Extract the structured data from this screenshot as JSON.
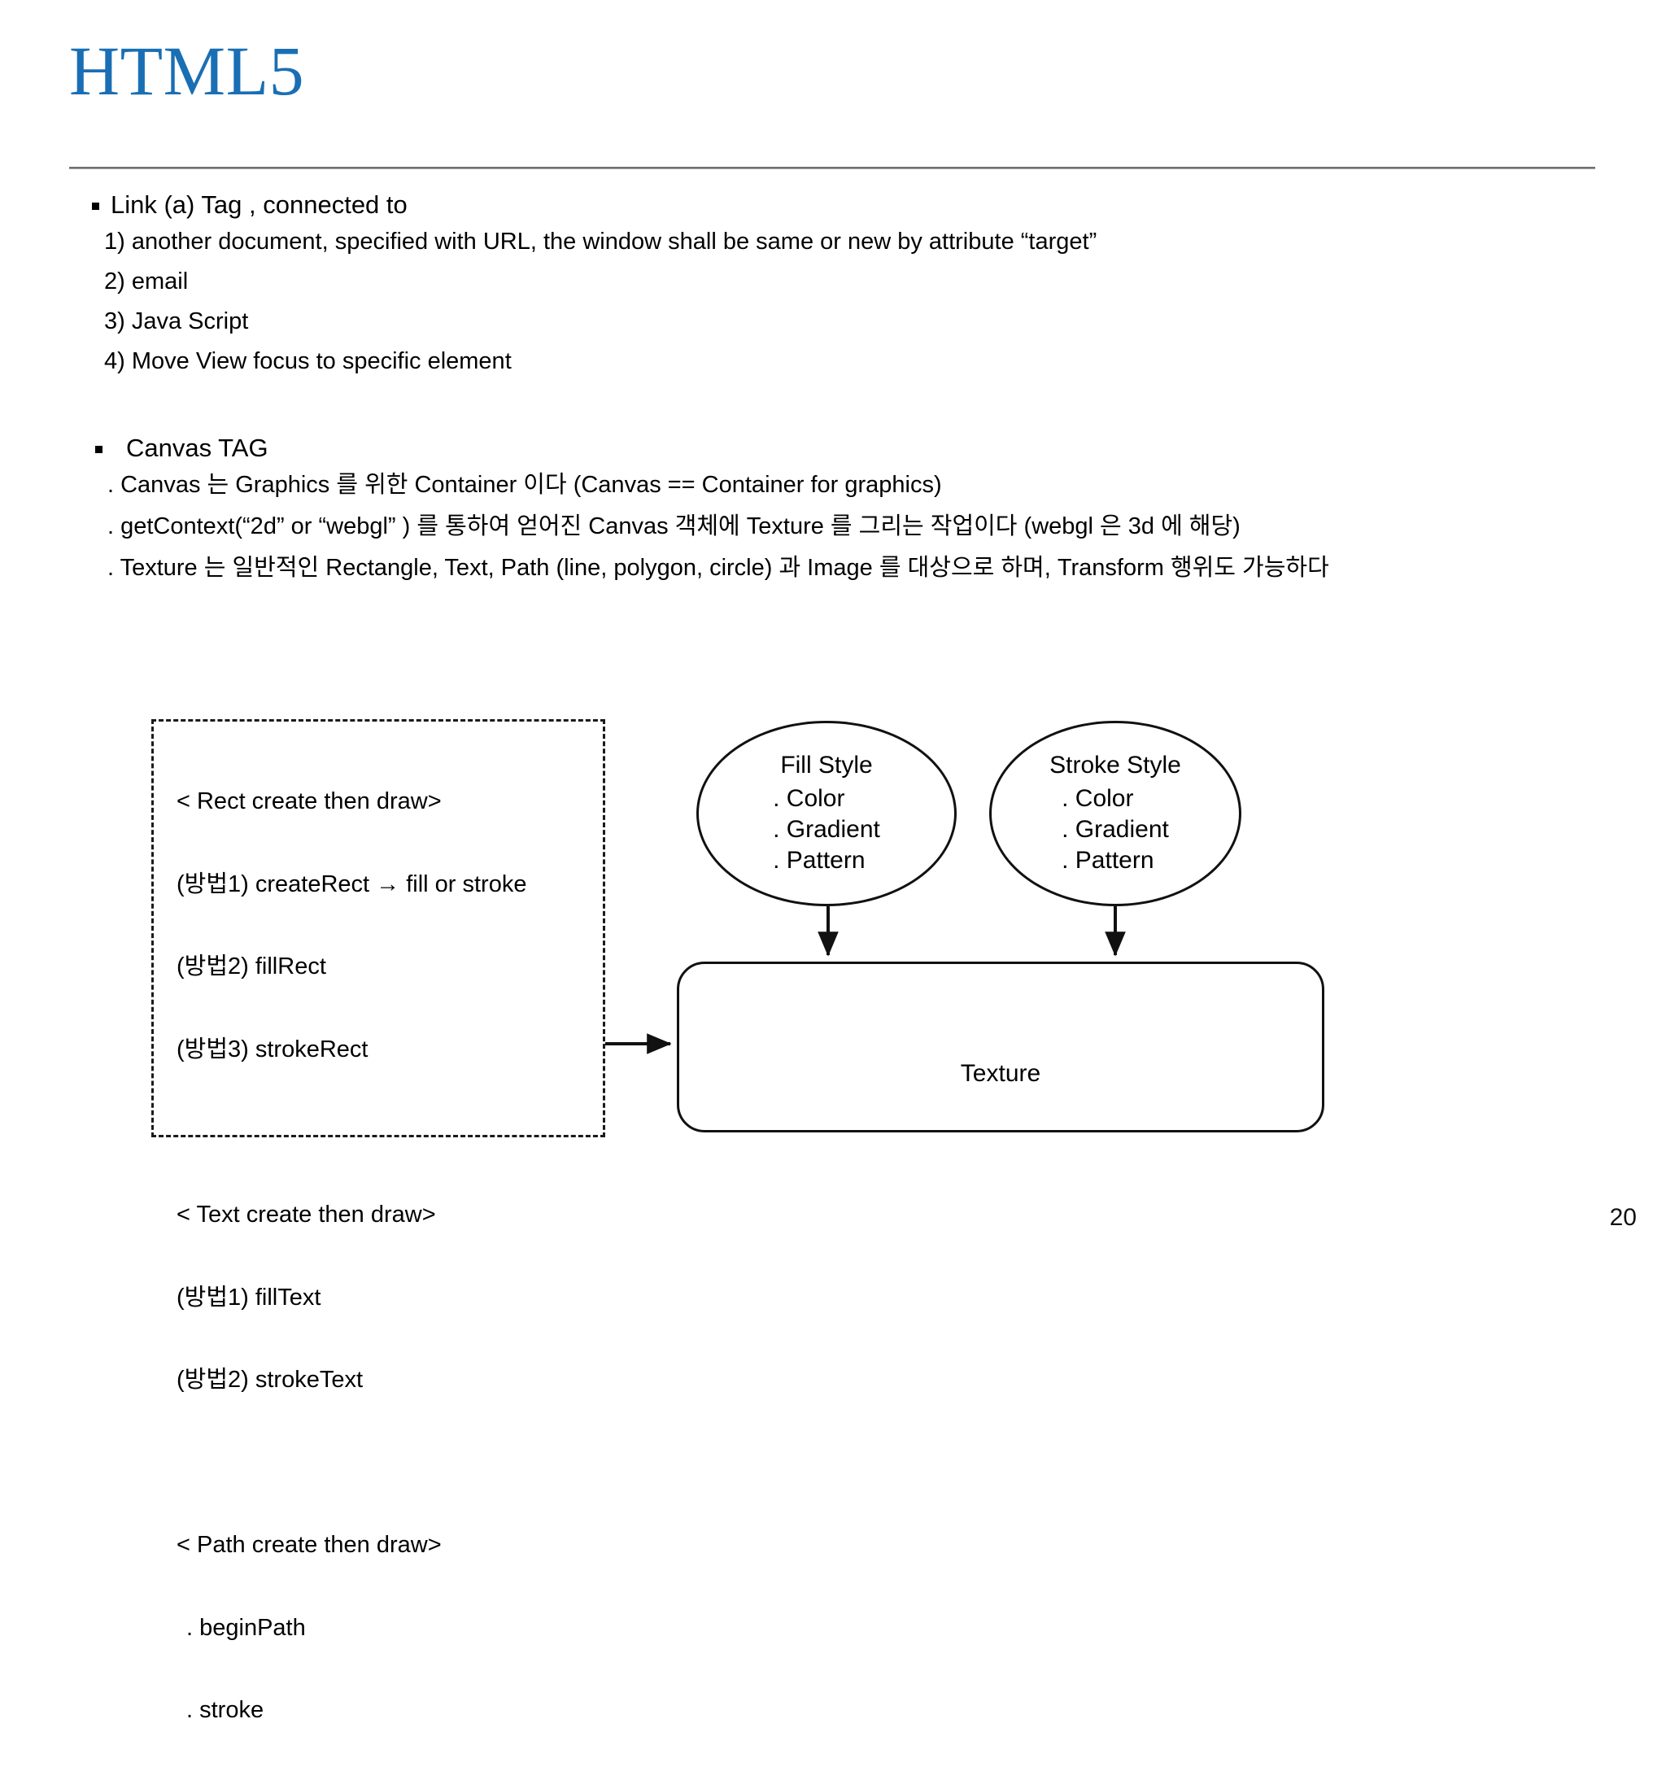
{
  "slide": {
    "title": "HTML5",
    "page_number": "20",
    "accent_color": "#1a6fb4",
    "rule_color": "#6f6f73"
  },
  "body": {
    "link_section": {
      "heading": "Link (a) Tag , connected to",
      "items": [
        "1) another document, specified with URL, the window shall be same or new by attribute “target”",
        "2) email",
        "3) Java Script",
        "4) Move View focus to specific element"
      ]
    },
    "canvas_section": {
      "heading": "Canvas TAG",
      "items": [
        ". Canvas 는 Graphics 를 위한 Container 이다 (Canvas == Container for graphics)",
        ". getContext(“2d” or “webgl” ) 를 통하여 얻어진 Canvas 객체에 Texture 를 그리는 작업이다  (webgl 은 3d 에 해당)",
        ". Texture 는 일반적인 Rectangle, Text, Path (line, polygon, circle) 과 Image 를 대상으로 하며, Transform 행위도 가능하다"
      ]
    }
  },
  "diagram": {
    "dashed_box": {
      "rect_heading": "< Rect create then draw>",
      "rect_lines": [
        "(방법1) createRect → fill or stroke",
        "(방법2) fillRect",
        "(방법3) strokeRect"
      ],
      "text_heading": "< Text create then draw>",
      "text_lines": [
        "(방법1) fillText",
        "(방법2) strokeText"
      ],
      "path_heading": "< Path create then draw>",
      "path_lines": [
        ". beginPath",
        ". stroke"
      ]
    },
    "fill_style": {
      "title": "Fill Style",
      "items": [
        ". Color",
        ". Gradient",
        ". Pattern"
      ]
    },
    "stroke_style": {
      "title": "Stroke Style",
      "items": [
        ". Color",
        ". Gradient",
        ". Pattern"
      ]
    },
    "texture": {
      "label": "Texture"
    }
  }
}
